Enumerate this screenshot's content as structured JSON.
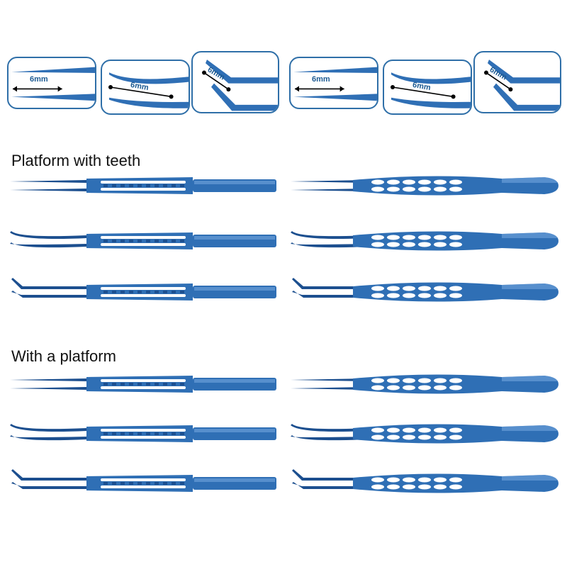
{
  "tips": [
    {
      "label": "6mm",
      "shape": "straight"
    },
    {
      "label": "6mm",
      "shape": "curved"
    },
    {
      "label": "6mm",
      "shape": "angled"
    },
    {
      "label": "6mm",
      "shape": "straight"
    },
    {
      "label": "6mm",
      "shape": "curved"
    },
    {
      "label": "6mm",
      "shape": "angled"
    }
  ],
  "sections": {
    "teeth_title": "Platform with teeth",
    "platform_title": "With a platform"
  },
  "colors": {
    "titanium_blue": "#2f6fb5",
    "titanium_dark": "#1c4f8f",
    "titanium_light": "#7fb0e6",
    "border_blue": "#2f6fa8"
  }
}
